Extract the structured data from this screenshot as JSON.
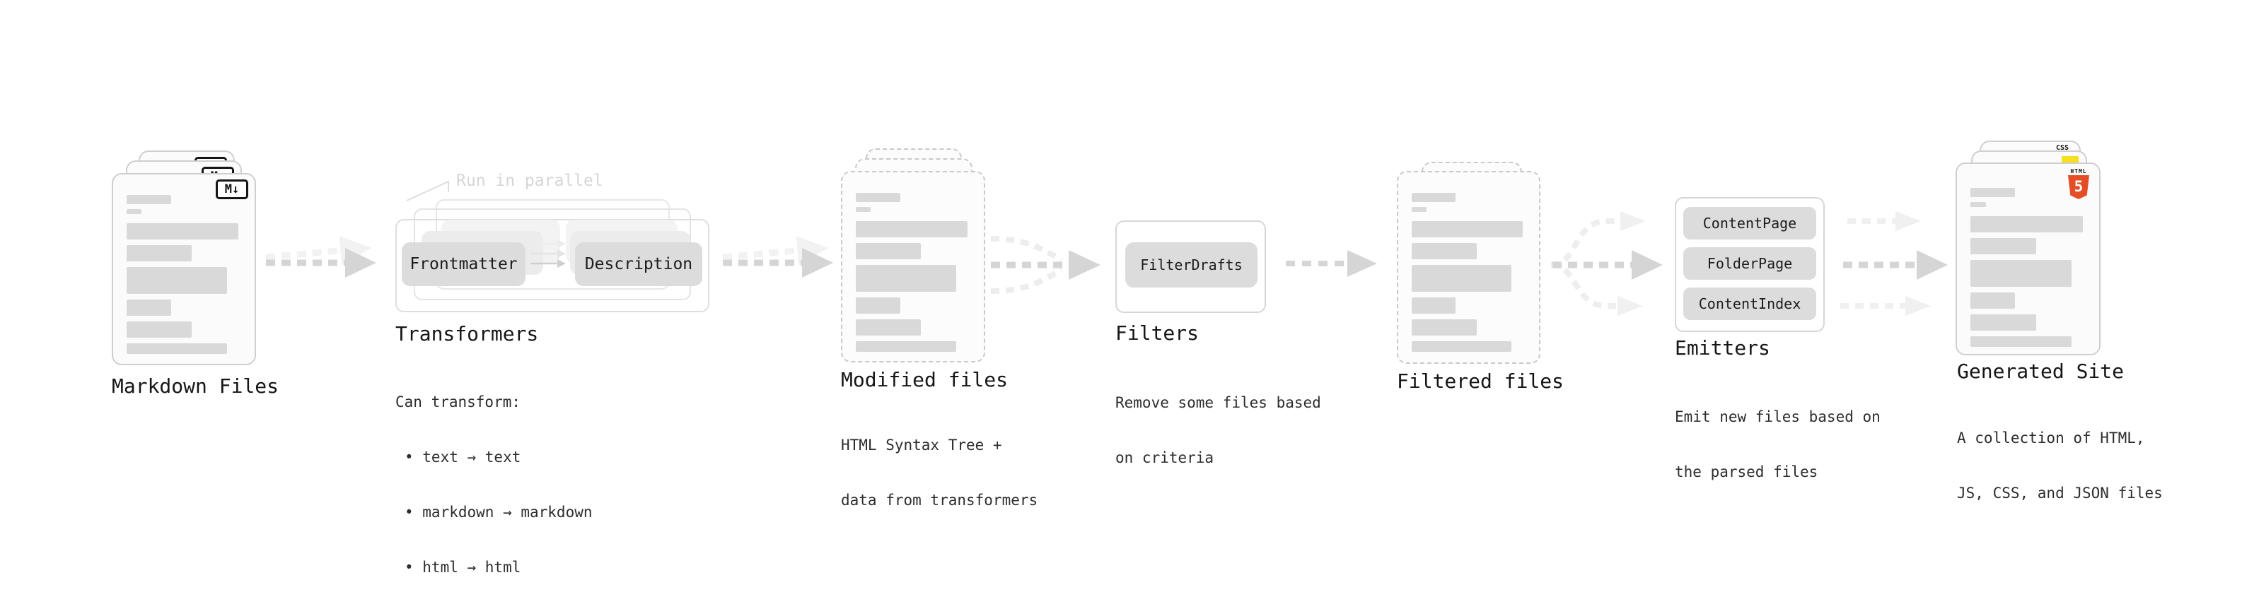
{
  "diagram": {
    "markdown_files": {
      "title": "Markdown Files",
      "badge": "M↓"
    },
    "transformers": {
      "annotation": "Run in parallel",
      "pill_left": "Frontmatter",
      "pill_right": "Description",
      "title": "Transformers",
      "desc_heading": "Can transform:",
      "bullets": [
        "• text → text",
        "• markdown → markdown",
        "• html → html"
      ]
    },
    "modified_files": {
      "title": "Modified files",
      "desc": [
        "HTML Syntax Tree +",
        "data from transformers"
      ]
    },
    "filters": {
      "title": "Filters",
      "pill": "FilterDrafts",
      "desc": [
        "Remove some files based",
        "on criteria"
      ]
    },
    "filtered_files": {
      "title": "Filtered files"
    },
    "emitters": {
      "title": "Emitters",
      "pills": [
        "ContentPage",
        "FolderPage",
        "ContentIndex"
      ],
      "desc": [
        "Emit new files based on",
        "the parsed files"
      ]
    },
    "generated_site": {
      "title": "Generated Site",
      "desc": [
        "A collection of HTML,",
        "JS, CSS, and JSON files"
      ],
      "css_badge": "CSS",
      "html_badge_label": "HTML",
      "html_badge_number": "5"
    },
    "colors": {
      "html_orange": "#e44d26",
      "js_yellow": "#f7df1e",
      "css_blue": "#2965f1",
      "bar_gray": "#d9d9d9",
      "pill_gray": "#dcdcdc",
      "arrow_dark": "#d5d5d5",
      "arrow_light": "#f0f0f0"
    }
  }
}
